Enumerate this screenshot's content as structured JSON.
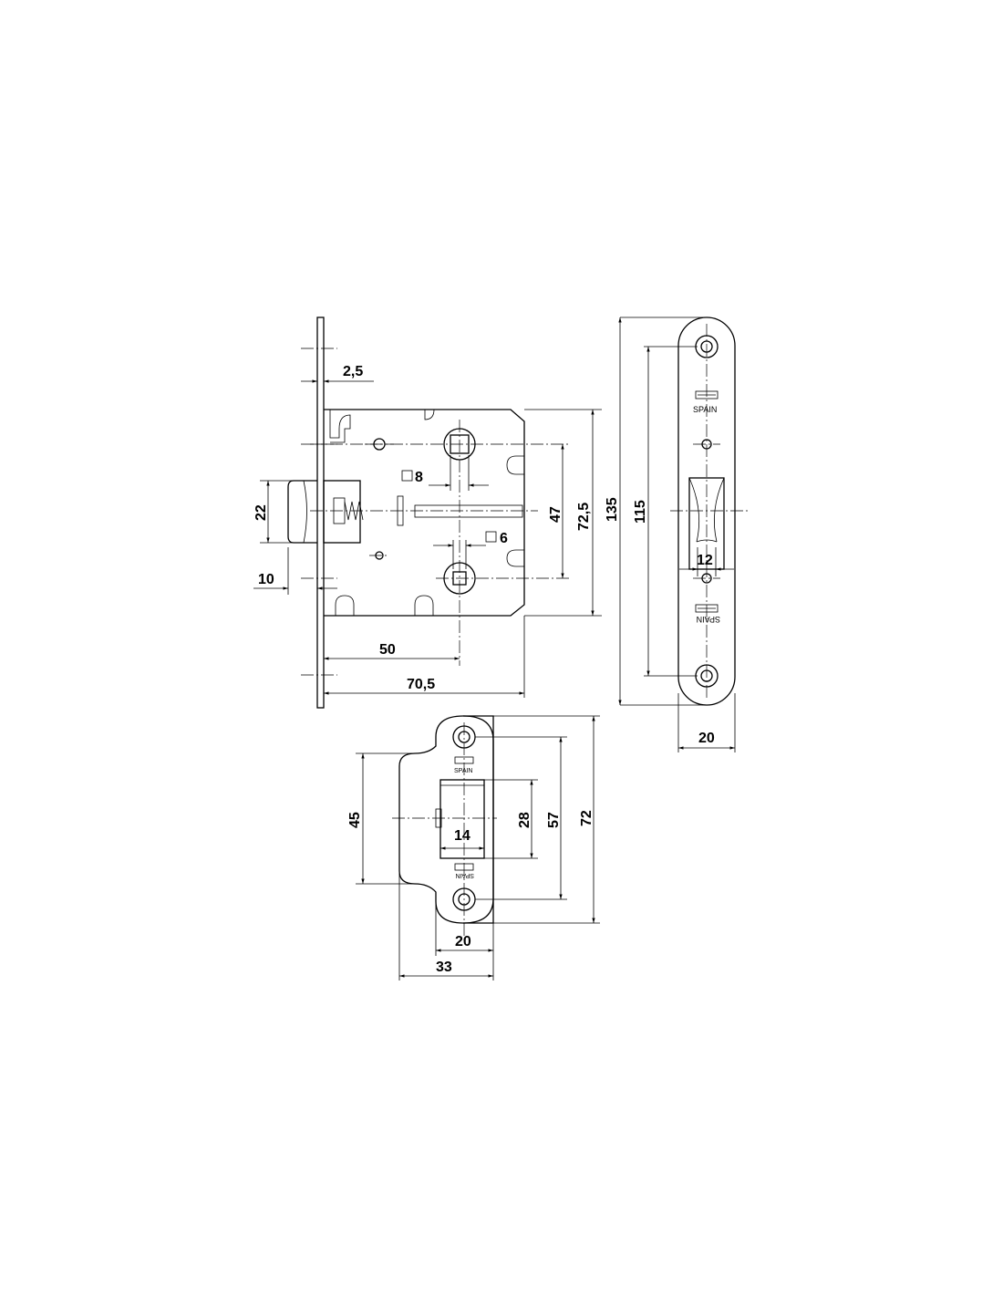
{
  "dimensions": {
    "lock_body": {
      "faceplate_thickness": "2,5",
      "latch_height": "22",
      "latch_projection": "10",
      "spindle_square": "8",
      "bolt_square": "6",
      "axis_distance": "47",
      "body_height": "72,5",
      "backset": "50",
      "body_depth": "70,5"
    },
    "faceplate": {
      "total_length": "135",
      "screw_spacing": "115",
      "latch_opening_width": "12",
      "width": "20"
    },
    "strike_plate": {
      "lip_height": "45",
      "opening_height": "28",
      "opening_width": "14",
      "screw_spacing": "57",
      "total_height": "72",
      "plate_width": "20",
      "total_width": "33"
    }
  },
  "markings": {
    "origin": "SPAIN"
  }
}
